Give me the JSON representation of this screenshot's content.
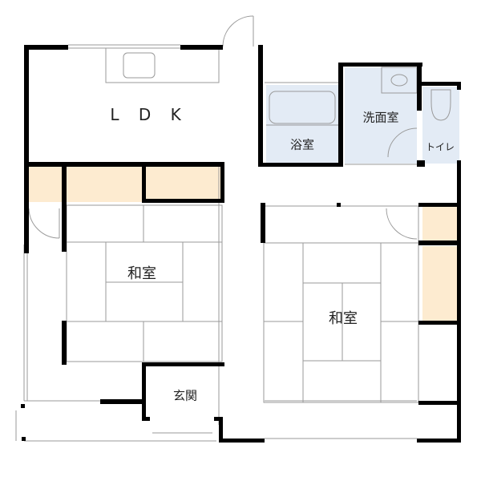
{
  "floorplan": {
    "colors": {
      "wall": "#000000",
      "wet_area": "#e3ebf5",
      "closet": "#fdebd0",
      "line": "#999999"
    },
    "rooms": {
      "ldk": "L D K",
      "bath": "浴室",
      "washroom": "洗面室",
      "toilet": "トイレ",
      "washitsu_left": "和室",
      "washitsu_right": "和室",
      "genkan": "玄関"
    }
  }
}
